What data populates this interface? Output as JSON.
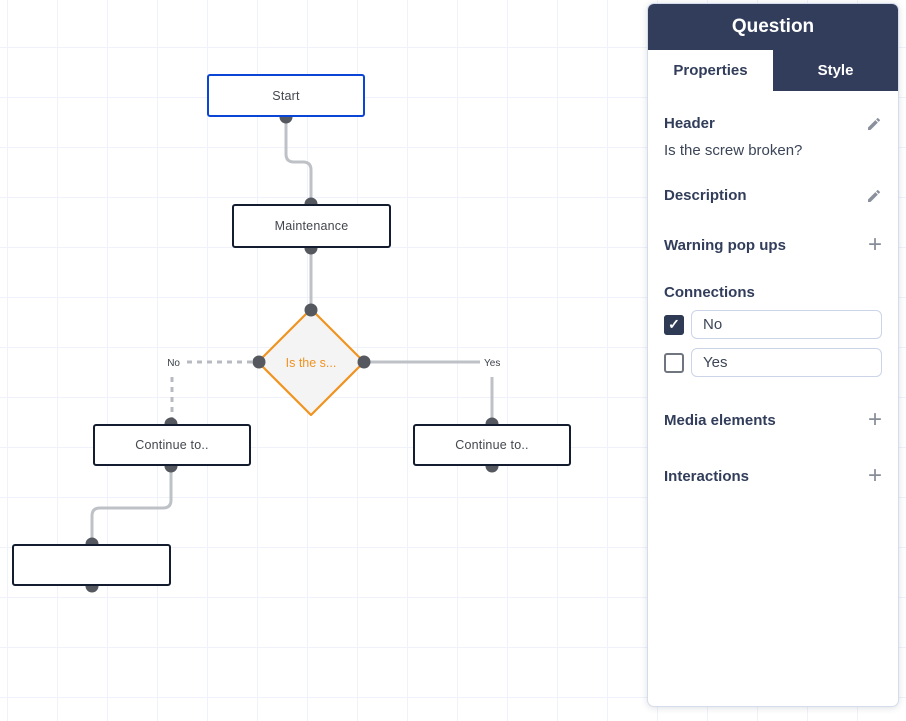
{
  "panel": {
    "title": "Question",
    "tabs": [
      {
        "label": "Properties",
        "active": true
      },
      {
        "label": "Style",
        "active": false
      }
    ],
    "sections": {
      "header": {
        "label": "Header",
        "value": "Is the screw broken?"
      },
      "description": {
        "label": "Description"
      },
      "warning": {
        "label": "Warning pop ups"
      },
      "connections": {
        "label": "Connections",
        "options": [
          {
            "value": "No",
            "checked": true,
            "mark": "✓"
          },
          {
            "value": "Yes",
            "checked": false,
            "mark": ""
          }
        ]
      },
      "media": {
        "label": "Media elements"
      },
      "interactions": {
        "label": "Interactions"
      }
    }
  },
  "flowchart": {
    "nodes": {
      "start": {
        "label": "Start"
      },
      "maintenance": {
        "label": "Maintenance"
      },
      "decision": {
        "label": "Is the s..."
      },
      "continue_left": {
        "label": "Continue to.."
      },
      "continue_right": {
        "label": "Continue to.."
      },
      "empty": {
        "label": ""
      }
    },
    "edge_labels": {
      "no": "No",
      "yes": "Yes"
    }
  },
  "colors": {
    "accent_navy": "#313d5a",
    "node_border": "#141d30",
    "start_border": "#0b45d6",
    "decision_orange": "#f0931f",
    "edge_gray": "#bec2c7",
    "dot_gray": "#55595f"
  }
}
